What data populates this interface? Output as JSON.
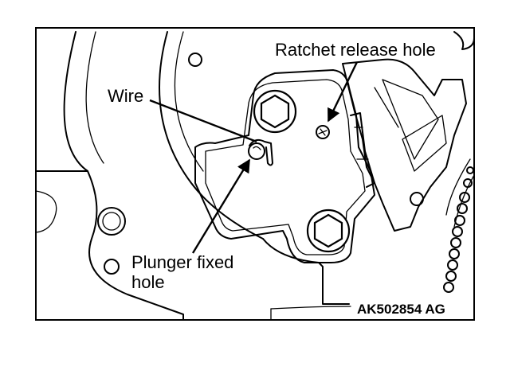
{
  "labels": {
    "ratchet_release_hole": "Ratchet release hole",
    "wire": "Wire",
    "plunger_line1": "Plunger fixed",
    "plunger_line2": "hole",
    "figure_code": "AK502854 AG"
  },
  "colors": {
    "ink": "#000000",
    "paper": "#ffffff"
  }
}
